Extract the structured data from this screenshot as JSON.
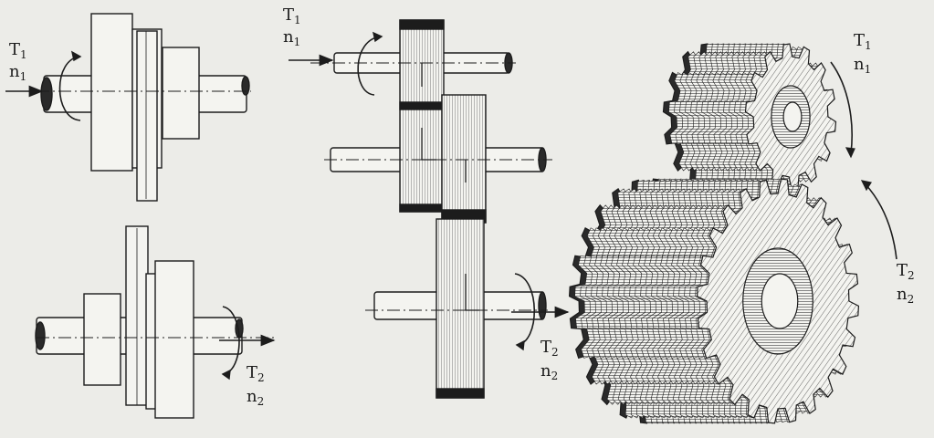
{
  "colors": {
    "ink": "#1c1c1c",
    "paper": "#ecece8",
    "shade": "#2a2a2a"
  },
  "labels": {
    "left": {
      "t1": "T",
      "t1_sub": "1",
      "n1": "n",
      "n1_sub": "1",
      "t2": "T",
      "t2_sub": "2",
      "n2": "n",
      "n2_sub": "2"
    },
    "middle": {
      "t1": "T",
      "t1_sub": "1",
      "n1": "n",
      "n1_sub": "1",
      "t2": "T",
      "t2_sub": "2",
      "n2": "n",
      "n2_sub": "2"
    },
    "right": {
      "t1": "T",
      "t1_sub": "1",
      "n1": "n",
      "n1_sub": "1",
      "t2": "T",
      "t2_sub": "2",
      "n2": "n",
      "n2_sub": "2"
    }
  }
}
